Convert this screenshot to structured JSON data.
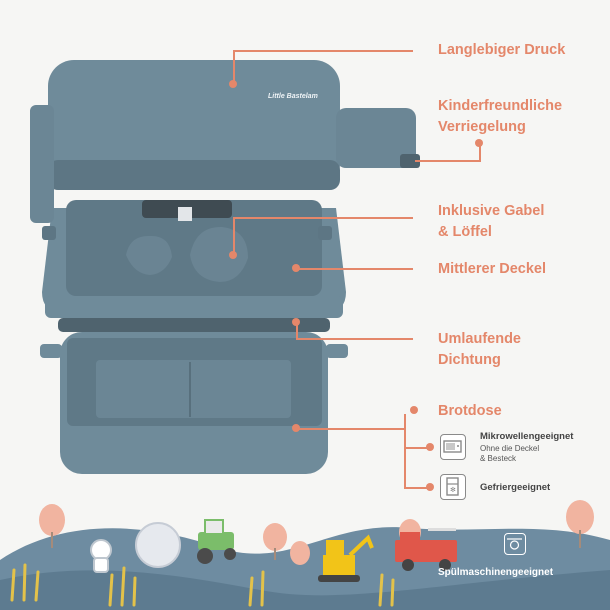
{
  "product": {
    "brand_lid": "Little Bastelam"
  },
  "callouts": [
    {
      "label": "Langlebiger Druck"
    },
    {
      "label": "Kinderfreundliche\nVerriegelung"
    },
    {
      "label": "Inklusive Gabel\n& Löffel"
    },
    {
      "label": "Mittlerer Deckel"
    },
    {
      "label": "Umlaufende\nDichtung"
    },
    {
      "label": "Brotdose"
    }
  ],
  "features": [
    {
      "icon": "microwave-icon",
      "title": "Mikrowellengeeignet",
      "subtitle": "Ohne die Deckel\n& Besteck"
    },
    {
      "icon": "freezer-icon",
      "title": "Gefriergeeignet",
      "subtitle": ""
    }
  ],
  "dishwasher": {
    "icon": "dishwasher-icon",
    "label": "Spülmaschinengeeignet"
  },
  "colors": {
    "accent": "#e4876a",
    "box": "#6f8b9a",
    "box_dark": "#5d7684",
    "hill": "#6e8ca1"
  }
}
